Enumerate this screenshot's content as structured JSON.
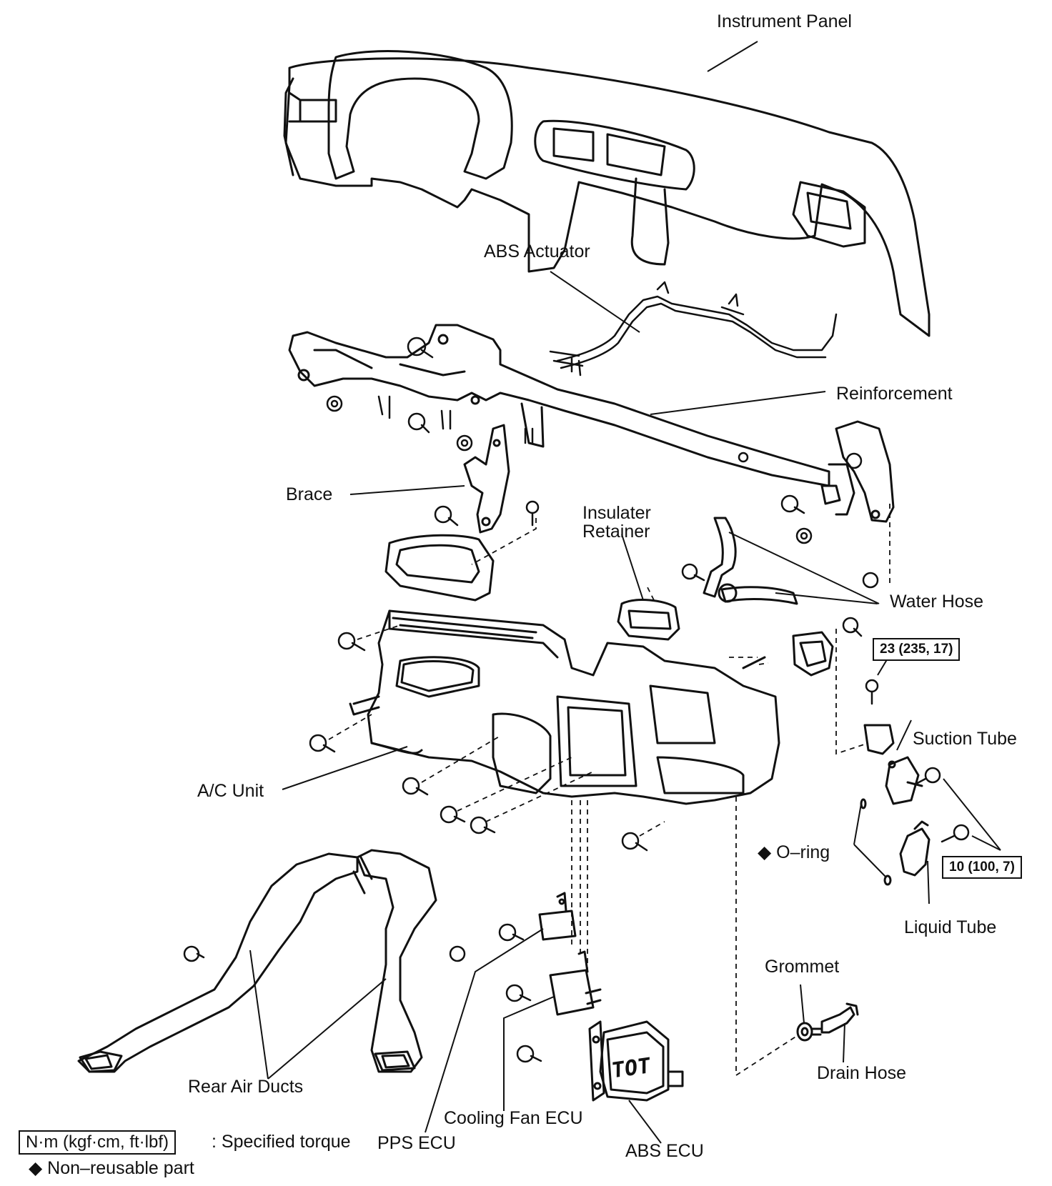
{
  "labels": {
    "instrument_panel": "Instrument Panel",
    "abs_actuator": "ABS Actuator",
    "reinforcement": "Reinforcement",
    "brace": "Brace",
    "insulater_retainer_1": "Insulater",
    "insulater_retainer_2": "Retainer",
    "water_hose": "Water Hose",
    "suction_tube": "Suction Tube",
    "o_ring": "◆ O–ring",
    "liquid_tube": "Liquid Tube",
    "ac_unit": "A/C Unit",
    "rear_air_ducts": "Rear Air Ducts",
    "grommet": "Grommet",
    "drain_hose": "Drain Hose",
    "cooling_fan_ecu": "Cooling Fan ECU",
    "pps_ecu": "PPS ECU",
    "abs_ecu": "ABS ECU"
  },
  "torques": {
    "suction_bolt": "23 (235, 17)",
    "tube_bolts": "10 (100, 7)"
  },
  "legend": {
    "torque_unit": "N·m (kgf·cm, ft·lbf)",
    "torque_desc": ": Specified torque",
    "non_reusable": "◆ Non–reusable part"
  },
  "ecu_mark": "TOT"
}
